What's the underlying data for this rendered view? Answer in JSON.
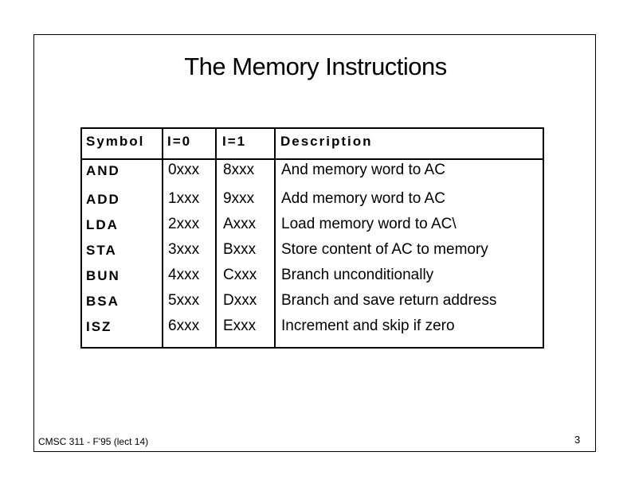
{
  "title": "The Memory Instructions",
  "table": {
    "headers": {
      "symbol": "Symbol",
      "i0": "I=0",
      "i1": "I=1",
      "description": "Description"
    },
    "rows": [
      {
        "symbol": "AND",
        "i0": "0xxx",
        "i1": "8xxx",
        "description": "And memory word to AC"
      },
      {
        "symbol": "ADD",
        "i0": "1xxx",
        "i1": "9xxx",
        "description": "Add memory word to AC"
      },
      {
        "symbol": "LDA",
        "i0": "2xxx",
        "i1": "Axxx",
        "description": "Load memory word to AC\\"
      },
      {
        "symbol": "STA",
        "i0": "3xxx",
        "i1": "Bxxx",
        "description": "Store content of AC to memory"
      },
      {
        "symbol": "BUN",
        "i0": "4xxx",
        "i1": "Cxxx",
        "description": "Branch unconditionally"
      },
      {
        "symbol": "BSA",
        "i0": "5xxx",
        "i1": "Dxxx",
        "description": "Branch and save return address"
      },
      {
        "symbol": "ISZ",
        "i0": "6xxx",
        "i1": "Exxx",
        "description": "Increment and skip if zero"
      }
    ]
  },
  "footer": {
    "course": "CMSC 311 - F'95 (lect 14)",
    "page_number": "3"
  }
}
